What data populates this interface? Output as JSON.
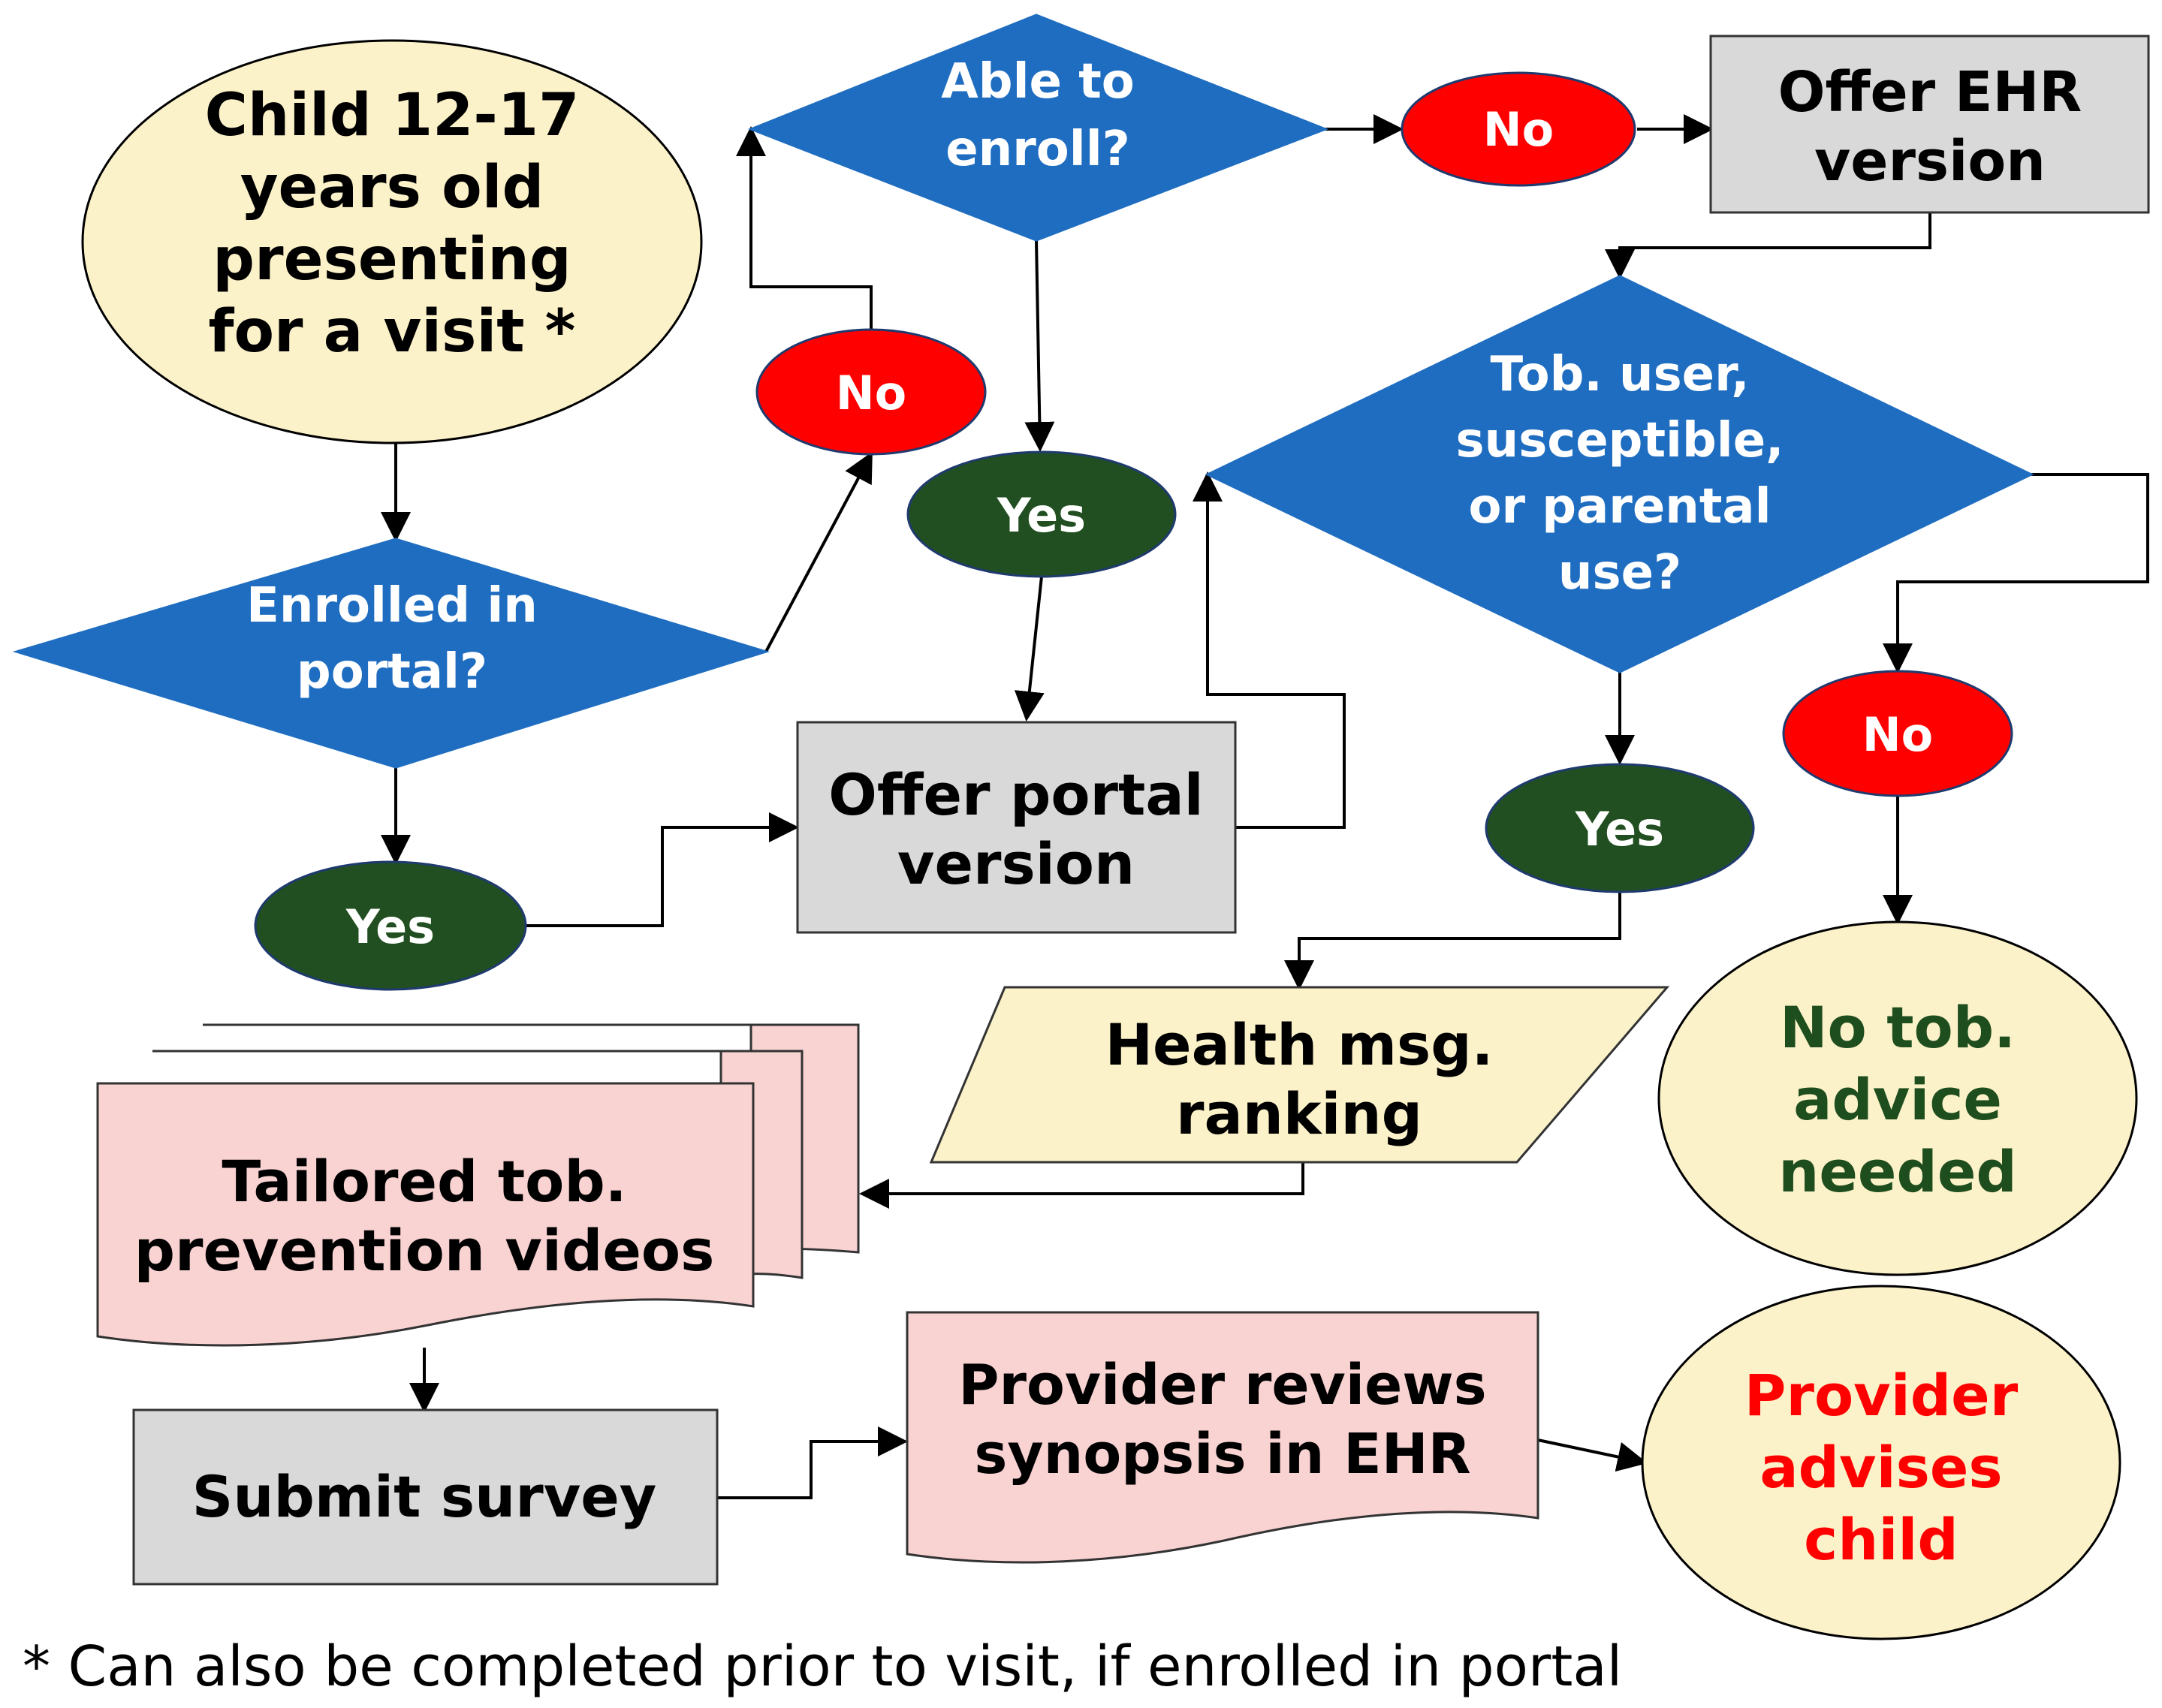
{
  "colors": {
    "diamond": "#1f6dc0",
    "no_oval": "#ff0000",
    "yes_oval": "#214f21",
    "terminal": "#fcf2c9",
    "process": "#d9d9d9",
    "document": "#f9d2d2",
    "parallelogram": "#fcf2c9",
    "line": "#000000",
    "white_text": "#ffffff",
    "dark_text": "#000000",
    "green_text": "#1e4d1e",
    "red_text": "#ff0000"
  },
  "nodes": {
    "start": [
      "Child 12-17",
      "years old",
      "presenting",
      "for a visit *"
    ],
    "enrolled": [
      "Enrolled in",
      "portal?"
    ],
    "able": [
      "Able to",
      "enroll?"
    ],
    "no_able": [
      "No"
    ],
    "ehr": [
      "Offer EHR",
      "version"
    ],
    "no_enrolled": [
      "No"
    ],
    "yes_able": [
      "Yes"
    ],
    "tob": [
      "Tob. user,",
      "susceptible,",
      "or parental",
      "use?"
    ],
    "offer_portal": [
      "Offer portal",
      "version"
    ],
    "yes_enrolled": [
      "Yes"
    ],
    "yes_tob": [
      "Yes"
    ],
    "no_tob": [
      "No"
    ],
    "health": [
      "Health msg.",
      "ranking"
    ],
    "no_advice": [
      "No tob.",
      "advice",
      "needed"
    ],
    "videos": [
      "Tailored tob.",
      "prevention videos"
    ],
    "survey": [
      "Submit survey"
    ],
    "provider_reviews": [
      "Provider reviews",
      "synopsis in EHR"
    ],
    "advises": [
      "Provider",
      "advises",
      "child"
    ]
  },
  "footnote": "* Can also be completed prior to visit, if enrolled in portal"
}
